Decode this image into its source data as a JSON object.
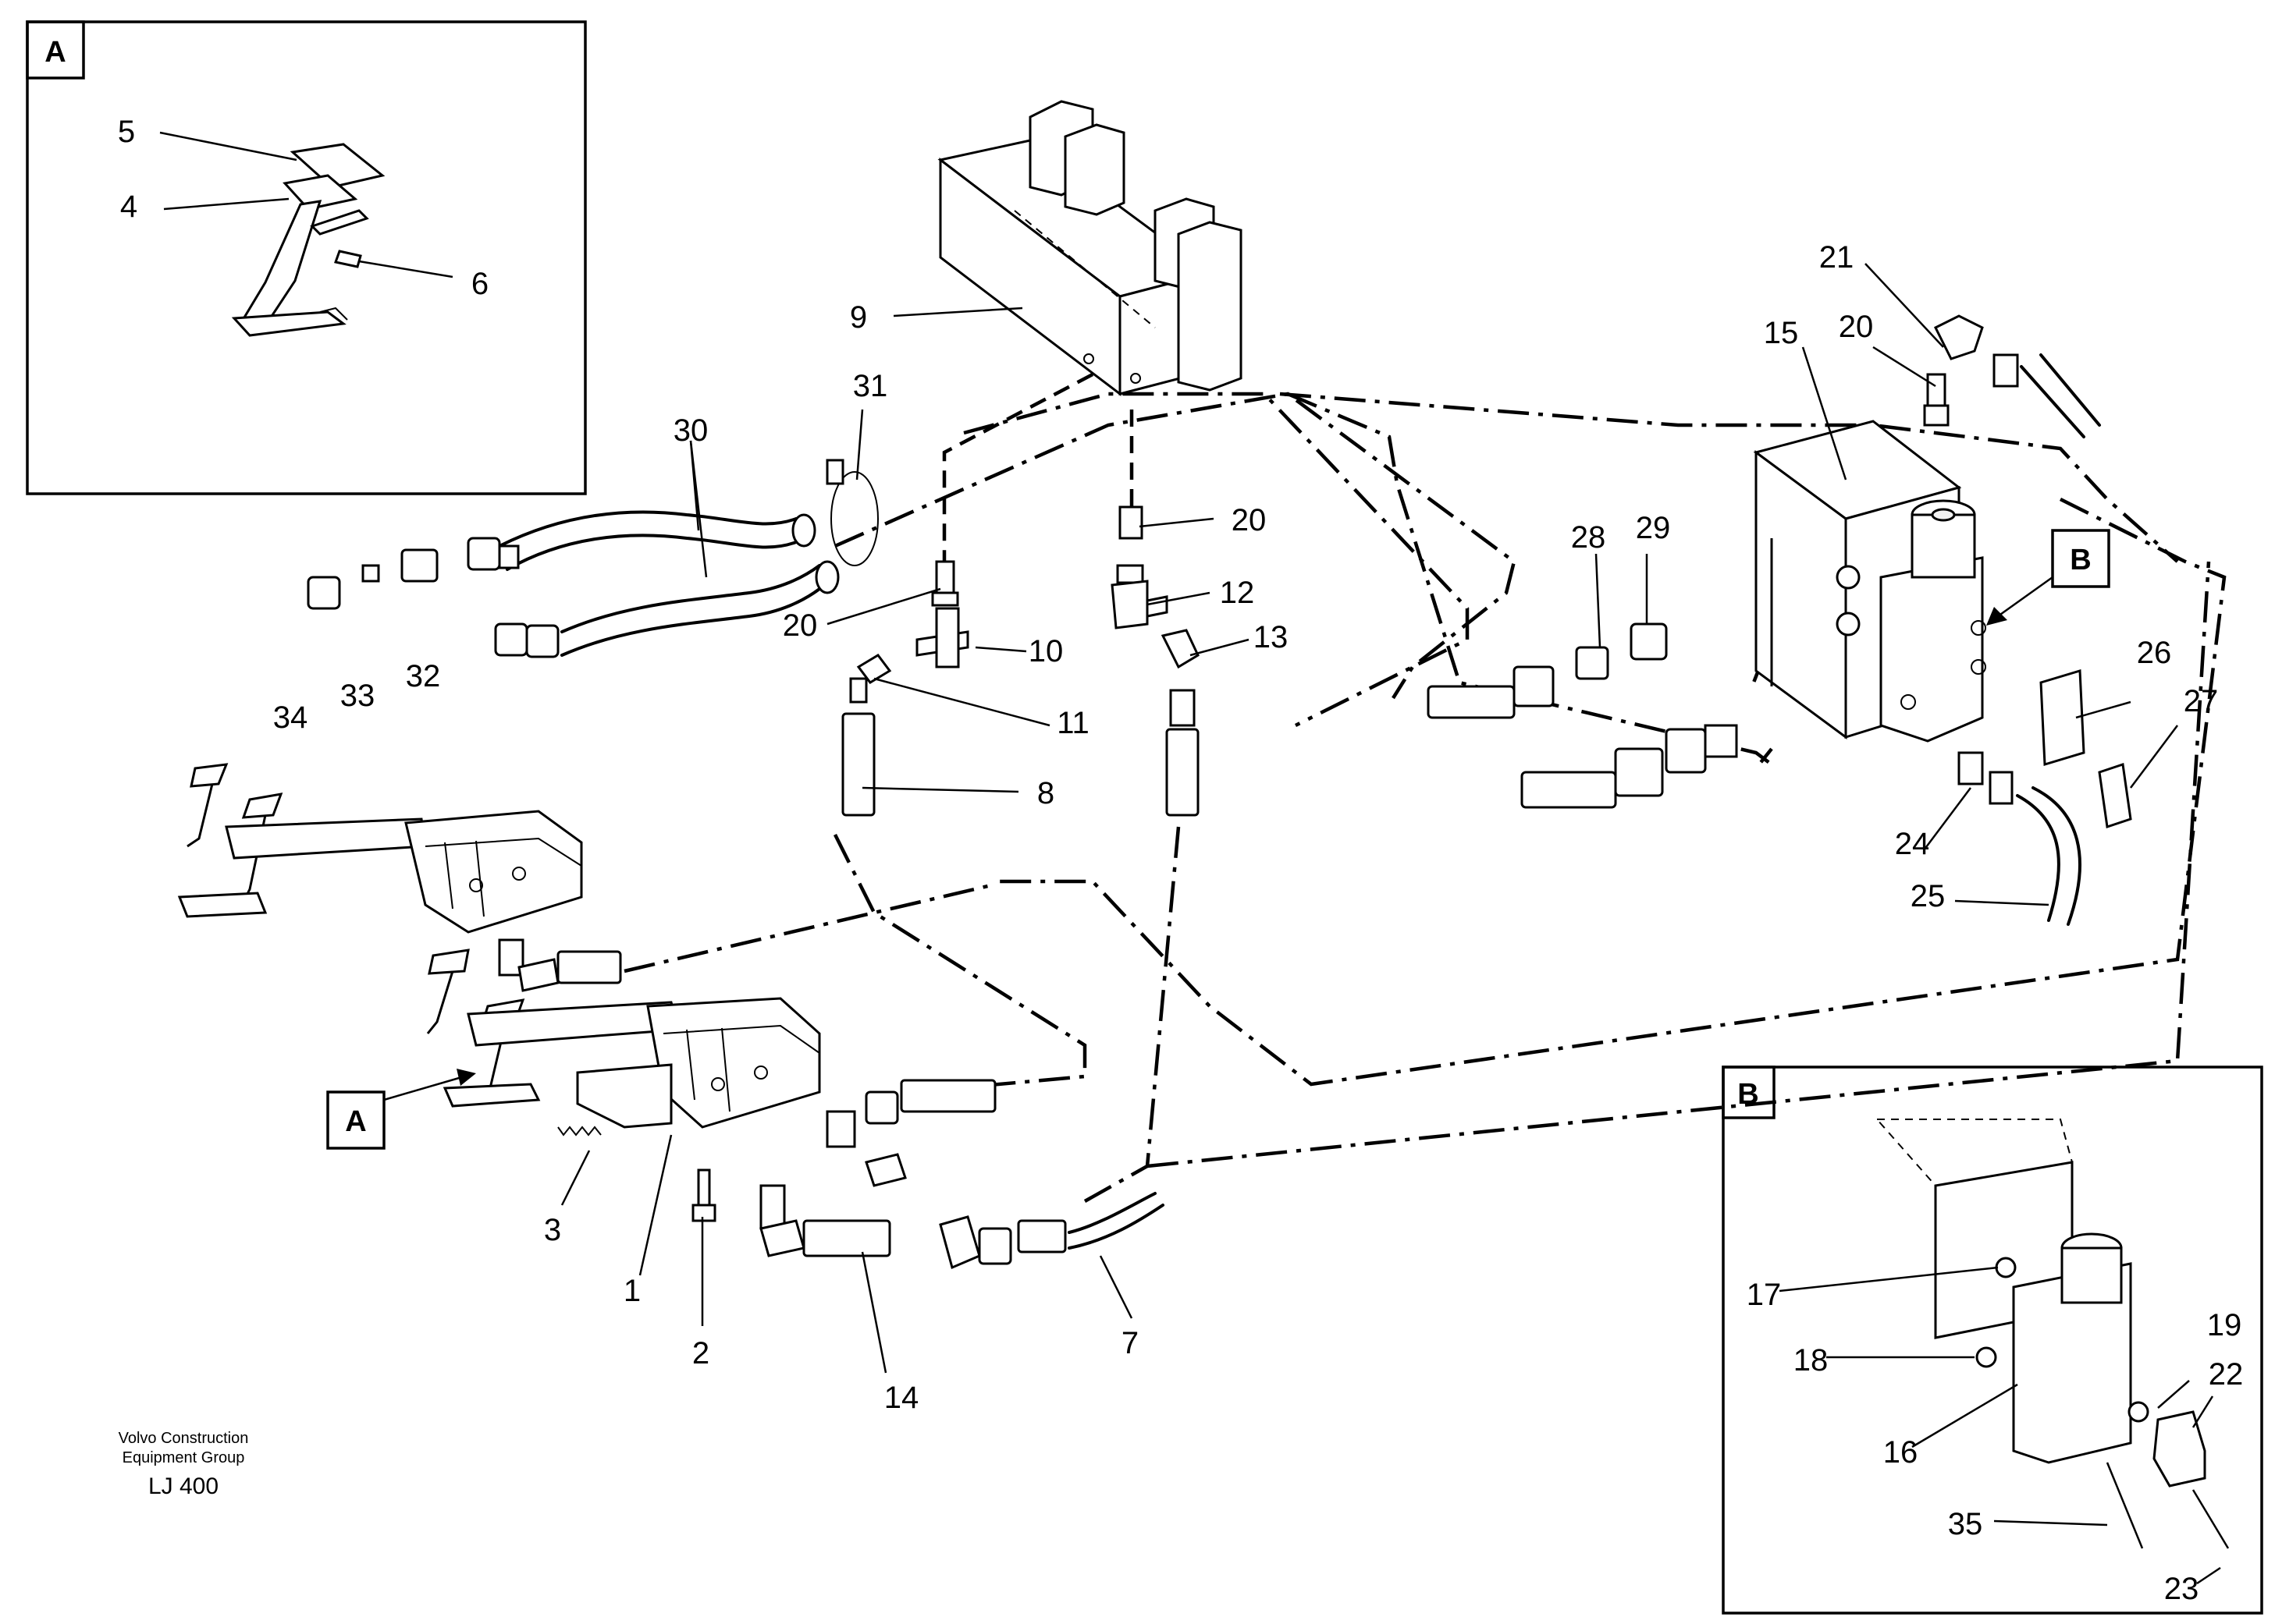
{
  "detail_a": {
    "label": "A"
  },
  "detail_b": {
    "label": "B"
  },
  "callout_a": "A",
  "callout_b": "B",
  "part_numbers": [
    "1",
    "2",
    "3",
    "4",
    "5",
    "6",
    "7",
    "8",
    "9",
    "10",
    "11",
    "12",
    "13",
    "14",
    "15",
    "16",
    "17",
    "18",
    "19",
    "20",
    "20",
    "20",
    "21",
    "22",
    "23",
    "24",
    "25",
    "26",
    "27",
    "28",
    "29",
    "30",
    "31",
    "32",
    "33",
    "34",
    "35"
  ],
  "footer": {
    "line1": "Volvo Construction",
    "line2": "Equipment Group",
    "code": "LJ 400"
  }
}
